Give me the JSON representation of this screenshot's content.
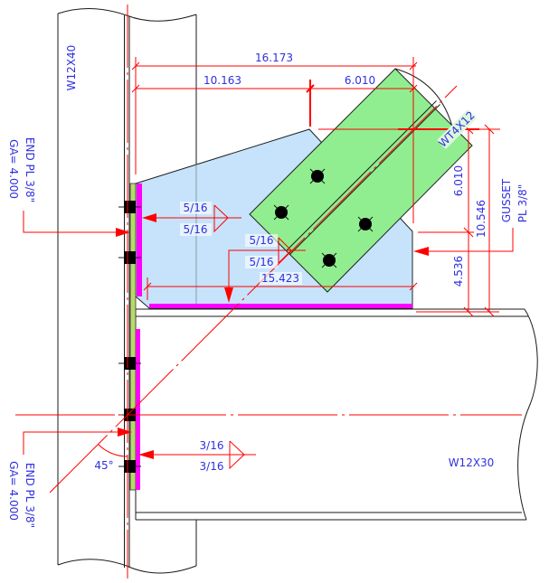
{
  "drawing": {
    "members": {
      "column": {
        "label": "W12X40"
      },
      "beam": {
        "label": "W12X30"
      },
      "brace": {
        "label": "WT4X12"
      }
    },
    "dimensions": {
      "overall_horizontal": "16.173",
      "gusset_to_workline_horizontal": "10.163",
      "workline_to_edge_horizontal": "6.010",
      "workline_vertical_upper": "6.010",
      "gusset_height_total": "10.546",
      "beam_to_gusset_vertical": "4.536",
      "gusset_bottom_length": "15.423"
    },
    "angle": {
      "label": "45°"
    },
    "welds": {
      "gusset_to_end_plate": {
        "arrow_side": "5/16",
        "other_side": "5/16"
      },
      "brace_to_gusset": {
        "arrow_side": "5/16",
        "other_side": "5/16"
      },
      "beam_to_end_plate": {
        "arrow_side": "3/16",
        "other_side": "3/16"
      }
    },
    "callouts": {
      "upper_end_plate": {
        "line1": "END PL 3/8\"",
        "line2": "GA= 4.000"
      },
      "lower_end_plate": {
        "line1": "END PL 3/8\"",
        "line2": "GA= 4.000"
      },
      "gusset_plate": {
        "line1": "GUSSET",
        "line2": "PL 3/8\""
      }
    },
    "bolts": {
      "column_bolt_count": 5,
      "brace_bolt_count": 4
    },
    "colors": {
      "dimension_lines": "#ff0000",
      "text": "#3030e0",
      "gusset_fill": "#c6e3fb",
      "brace_fill": "#90ee90",
      "end_plate_fill": "#b8d96b",
      "weld": "#ff00ff",
      "bolt": "#000000"
    }
  }
}
